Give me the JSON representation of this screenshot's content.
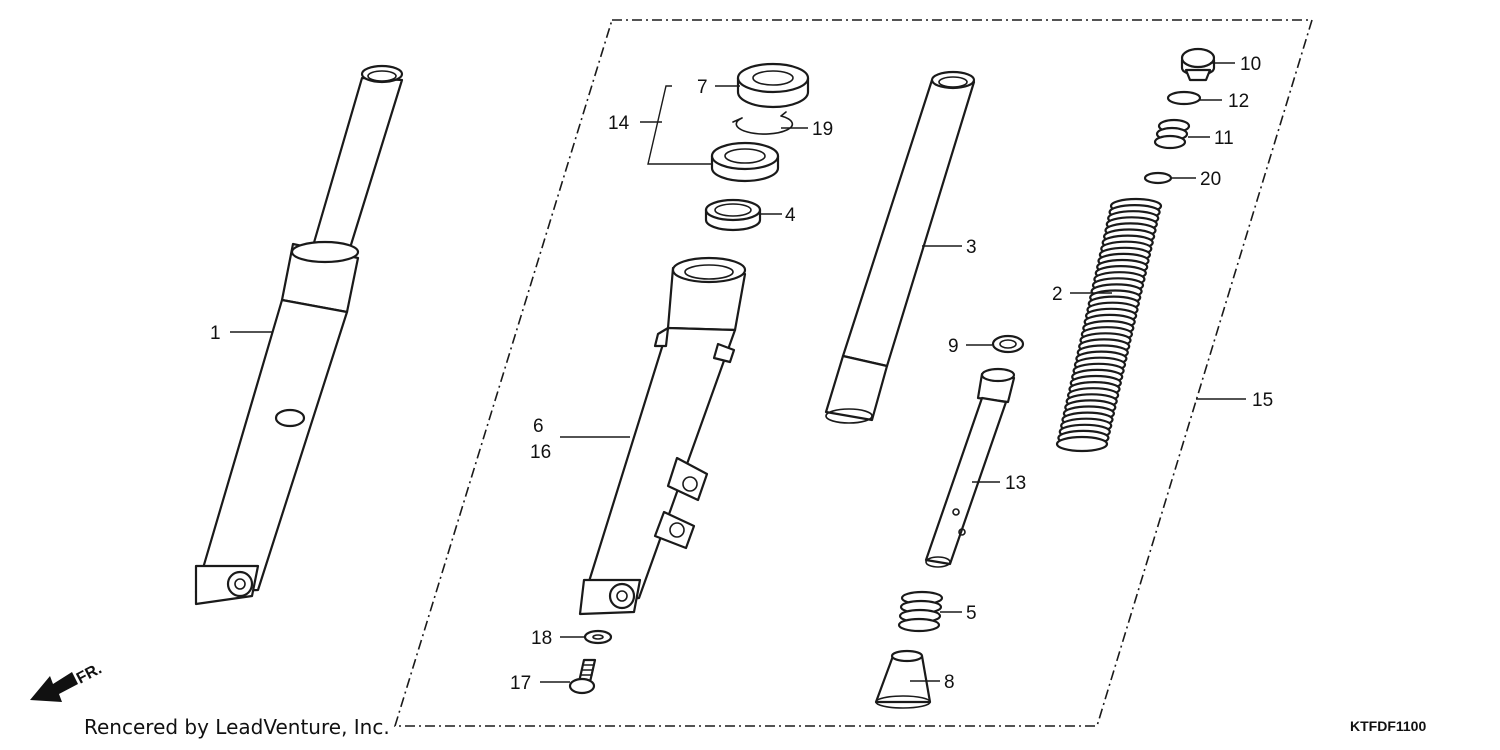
{
  "callouts": {
    "c1": "1",
    "c2": "2",
    "c3": "3",
    "c4": "4",
    "c5": "5",
    "c6": "6",
    "c7": "7",
    "c8": "8",
    "c9": "9",
    "c10": "10",
    "c11": "11",
    "c12": "12",
    "c13": "13",
    "c14": "14",
    "c15": "15",
    "c16": "16",
    "c17": "17",
    "c18": "18",
    "c19": "19",
    "c20": "20"
  },
  "front_indicator": "FR.",
  "credit": "Rencered by LeadVenture, Inc.",
  "diagram_code": "KTFDF1100",
  "colors": {
    "line": "#1a1a1a",
    "background": "#ffffff"
  }
}
